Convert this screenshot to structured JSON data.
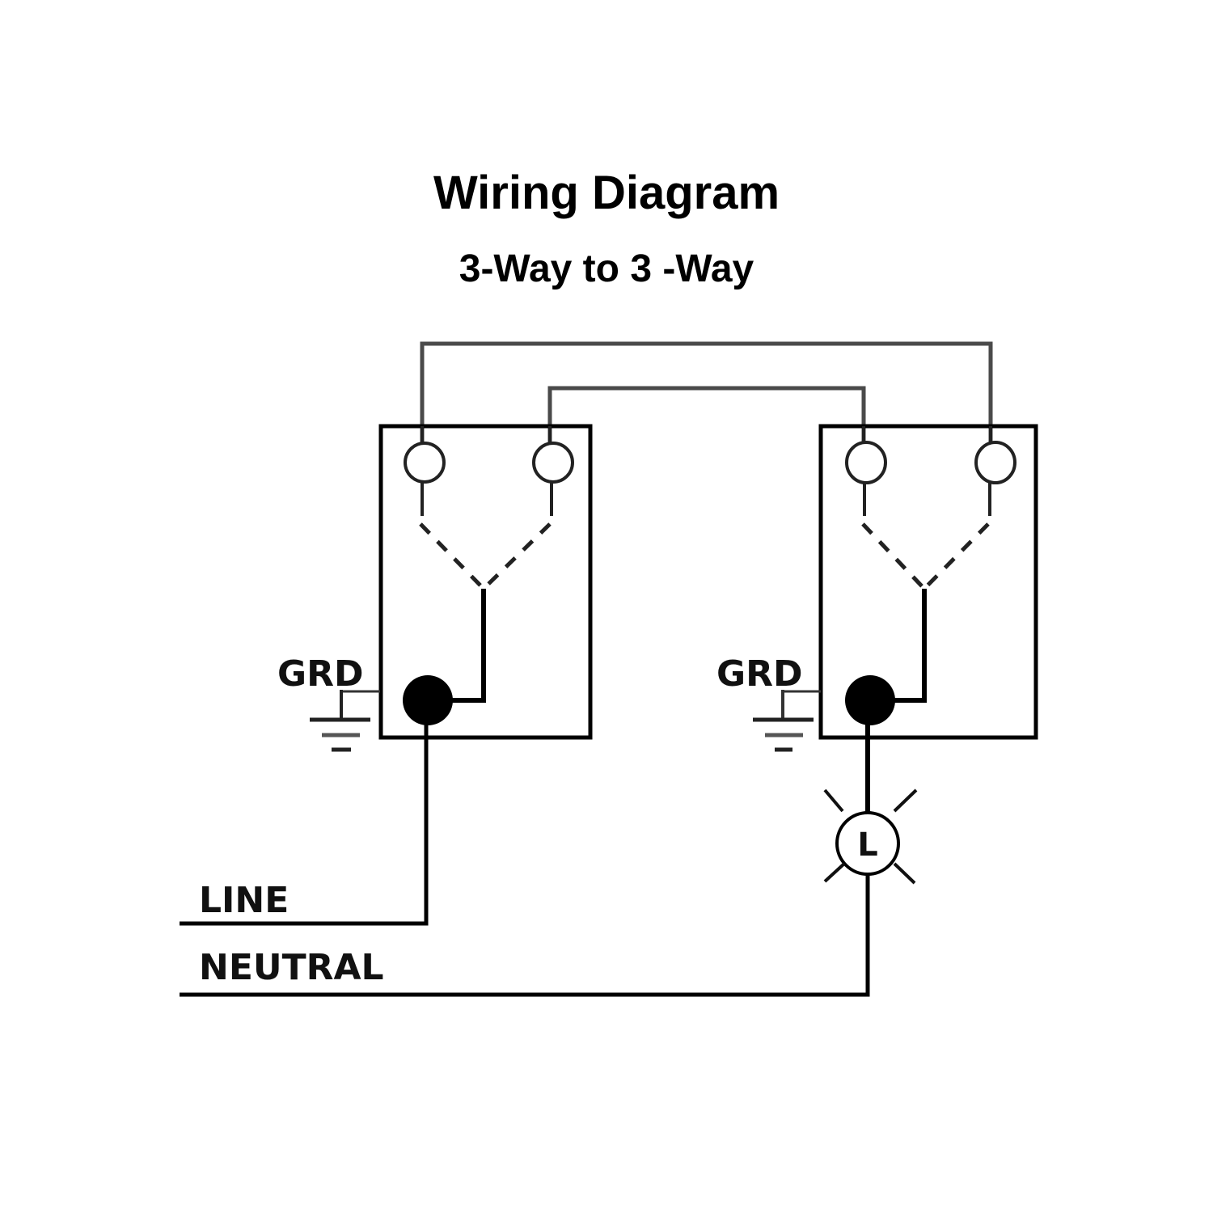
{
  "title": "Wiring Diagram",
  "subtitle": "3-Way to 3 -Way",
  "labels": {
    "grd_left": "GRD",
    "grd_right": "GRD",
    "line": "LINE",
    "neutral": "NEUTRAL",
    "lamp": "L"
  },
  "colors": {
    "wire": "#000000",
    "traveler": "#555555",
    "background": "#ffffff"
  },
  "components": [
    {
      "name": "3-way switch (left)",
      "terminals": [
        "traveler-1",
        "traveler-2",
        "common"
      ],
      "ground": "GRD"
    },
    {
      "name": "3-way switch (right)",
      "terminals": [
        "traveler-1",
        "traveler-2",
        "common"
      ],
      "ground": "GRD"
    },
    {
      "name": "lamp",
      "symbol": "L"
    }
  ],
  "connections": [
    "LINE -> left switch common",
    "left switch traveler-1 -> right switch traveler-2",
    "left switch traveler-2 -> right switch traveler-1",
    "right switch common -> lamp",
    "lamp -> NEUTRAL"
  ]
}
